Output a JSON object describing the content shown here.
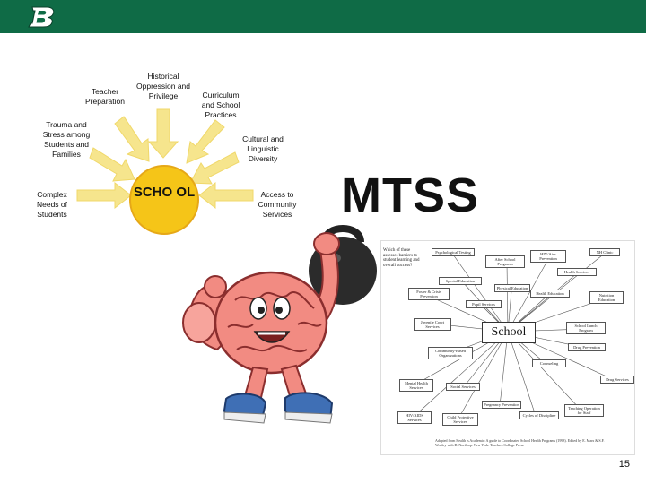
{
  "header": {
    "logo_letter": "B"
  },
  "cycle": {
    "center": "SCHO OL",
    "nodes": [
      {
        "id": "teacher",
        "label": "Teacher Preparation"
      },
      {
        "id": "historical",
        "label": "Historical Oppression and Privilege"
      },
      {
        "id": "curriculum",
        "label": "Curriculum and School Practices"
      },
      {
        "id": "trauma",
        "label": "Trauma and Stress among Students and Families"
      },
      {
        "id": "cultural",
        "label": "Cultural and Linguistic Diversity"
      },
      {
        "id": "complex",
        "label": "Complex Needs of Students"
      },
      {
        "id": "access",
        "label": "Access to Community Services"
      }
    ]
  },
  "title": "MTSS",
  "mascot": {
    "description": "muscular-brain-lifting-kettlebell"
  },
  "diagram": {
    "center": "School",
    "question": "Which of these assesses barriers to student learning and overall success?",
    "boxes": [
      "Psychological Testing",
      "After School Programs",
      "HIV/Aids Prevention",
      "NH Clinic",
      "Special Education",
      "Health Services",
      "Physical Education",
      "Health Education",
      "Foster & Crisis Prevention",
      "Pupil Services",
      "Nutrition Education",
      "Juvenile Court Services",
      "School Lunch Program",
      "Drug Prevention",
      "Community-Based Organizations",
      "Counseling",
      "Drug Services",
      "Mental Health Services",
      "Social Services",
      "Pregnancy Prevention",
      "Teaching Operation for Staff",
      "HIV/AIDS Services",
      "Child Protective Services",
      "Cycles of Discipline"
    ],
    "caption": "Adapted from Health is Academic: A guide to Coordinated School Health Programs (1998). Edited by E. Marx & S.F. Wooley with D. Northrop. New York: Teachers College Press."
  },
  "page_number": "15",
  "colors": {
    "header_green": "#0f6b46",
    "arrow_yellow": "#f6e58d",
    "school_yellow": "#f5c518",
    "school_border": "#e6a817"
  }
}
